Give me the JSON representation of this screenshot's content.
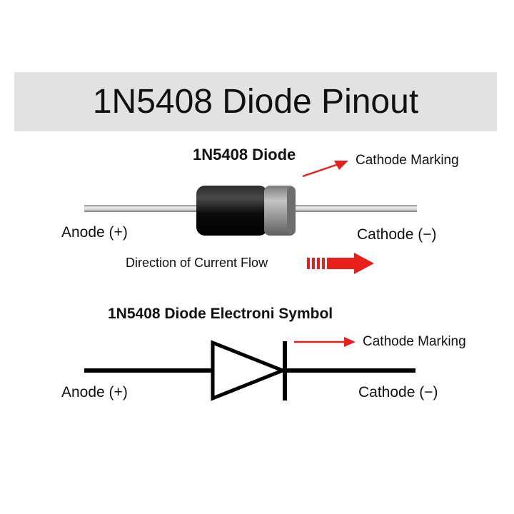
{
  "title": "1N5408 Diode Pinout",
  "physical": {
    "heading": "1N5408 Diode",
    "cathode_marking": "Cathode Marking",
    "anode_label": "Anode (+)",
    "cathode_label": "Cathode (−)",
    "current_flow": "Direction of Current Flow"
  },
  "symbol": {
    "heading": "1N5408 Diode Electroni Symbol",
    "cathode_marking": "Cathode Marking",
    "anode_label": "Anode (+)",
    "cathode_label": "Cathode (−)"
  },
  "colors": {
    "accent": "#e8201c",
    "banner": "#e2e2e2",
    "body": "#0e0e0e",
    "band": "#9a9a9a",
    "lead": "#c6c6c6"
  }
}
